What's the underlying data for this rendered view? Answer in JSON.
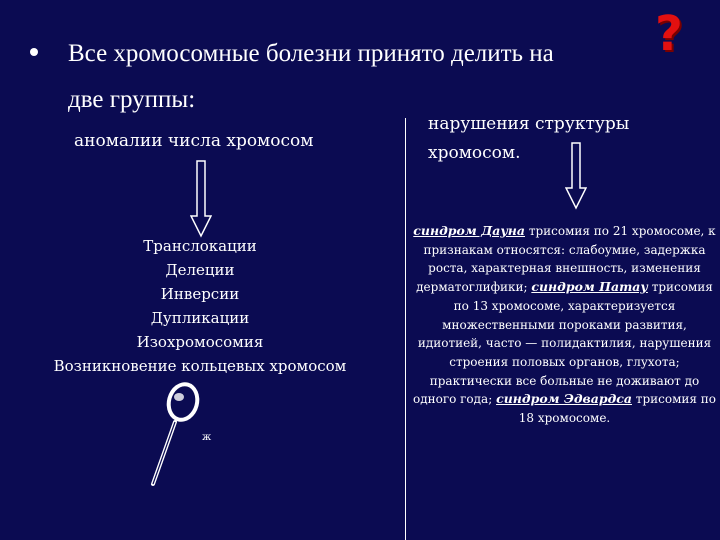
{
  "title": {
    "line1": "Все хромосомные болезни принято делить на",
    "line2": "две группы:",
    "question_mark": "?"
  },
  "left_heading": "аномалии числа хромосом",
  "right_heading": {
    "line1": "нарушения структуры",
    "line2": "хромосом."
  },
  "left_list": [
    "Транслокации",
    "Делеции",
    "Инверсии",
    "Дупликации",
    "Изохромосомия",
    "Возникновение кольцевых хромосом"
  ],
  "right_text": {
    "down_name": "синдром Дауна",
    "down_desc": " трисомия по 21 хромосоме, к признакам относятся: слабоумие, задержка роста, характерная внешность, изменения дерматоглифики;",
    "patau_name": "синдром Патау",
    "patau_desc": " трисомия по 13 хромосоме, характеризуется множественными пороками развития, идиотией, часто — полидактилия, нарушения строения половых органов, глухота; практически все больные не доживают до одного года;",
    "edwards_name": "синдром Эдвардса",
    "edwards_desc": " трисомия по 18 хромосоме."
  },
  "small_mark": "ж",
  "colors": {
    "background": "#0b0b52",
    "text": "#ffffff",
    "question_mark": "#e31010"
  },
  "icons": [
    "bullet-dot",
    "question-mark",
    "down-arrow",
    "magnifier-icon"
  ]
}
